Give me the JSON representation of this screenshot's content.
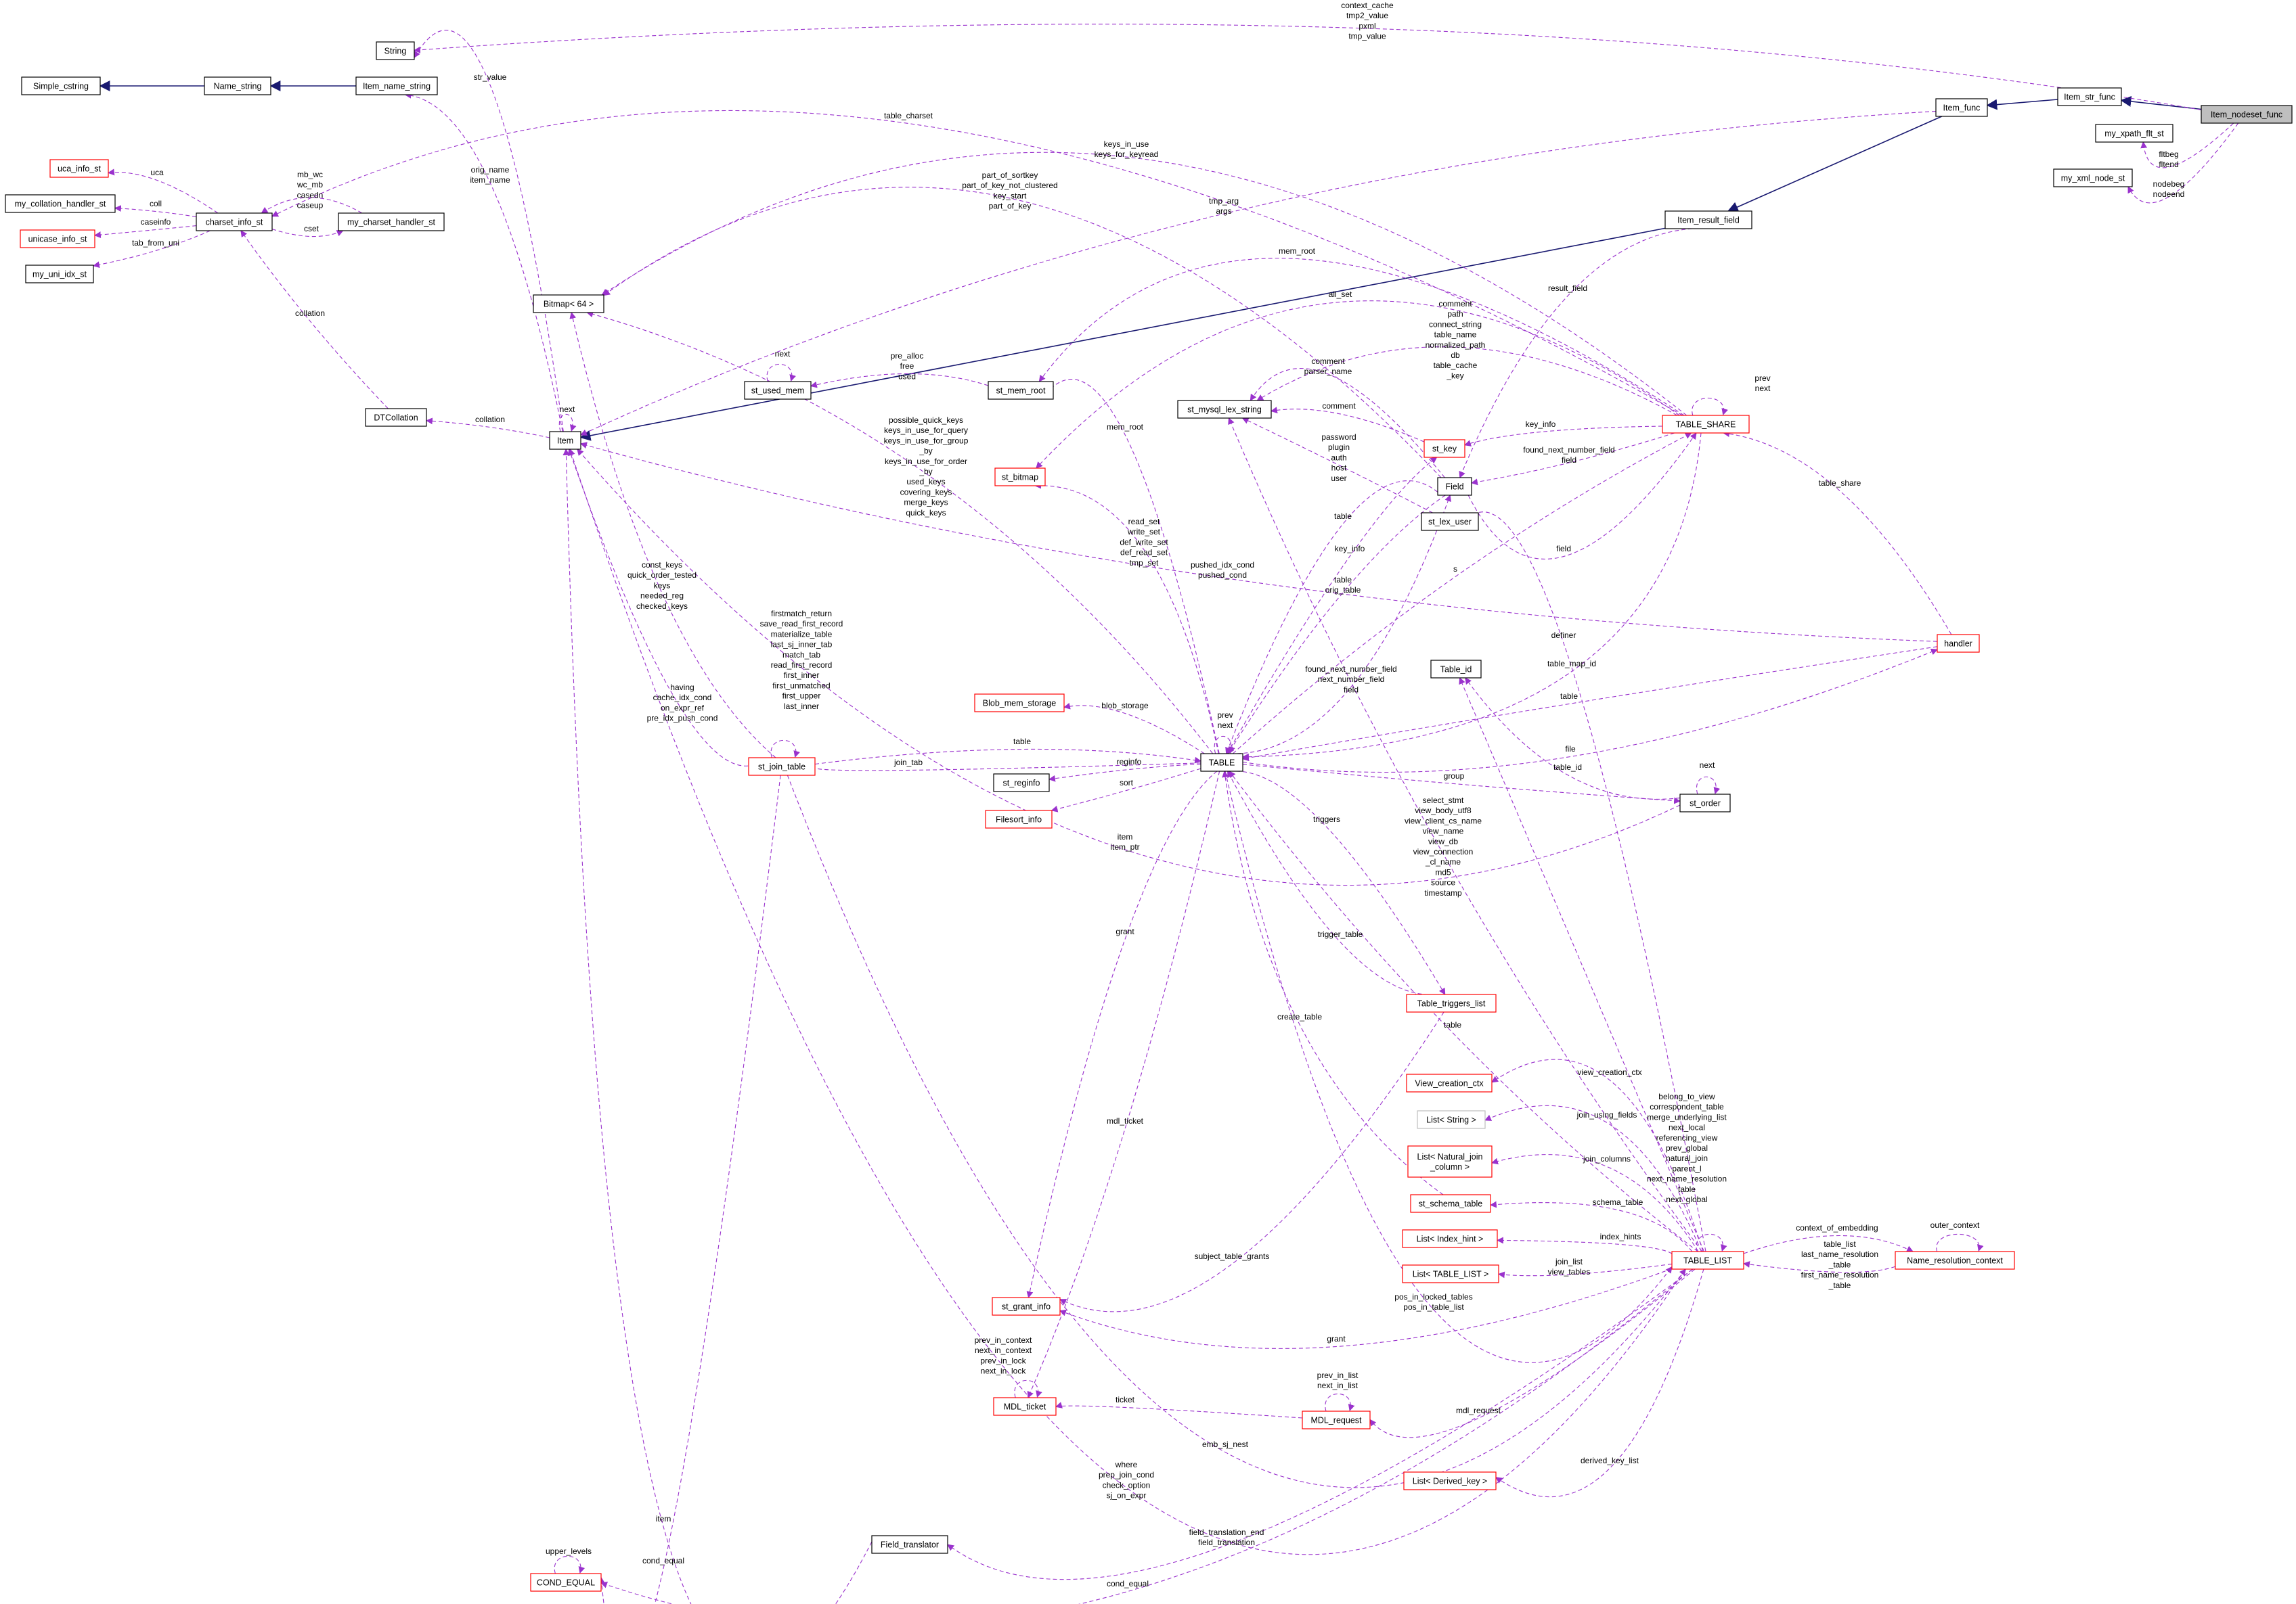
{
  "colors": {
    "inherit_edge": "#191970",
    "use_edge": "#9a32cd",
    "node_border_black": "#000000",
    "node_border_red": "#ff0000",
    "node_border_gray": "#bfbfbf",
    "highlight_fill": "#bfbfbf",
    "background": "#ffffff"
  },
  "nodes": [
    {
      "id": "String",
      "label": "String",
      "style": "black"
    },
    {
      "id": "Simple_cstring",
      "label": "Simple_cstring",
      "style": "black"
    },
    {
      "id": "Name_string",
      "label": "Name_string",
      "style": "black"
    },
    {
      "id": "Item_name_string",
      "label": "Item_name_string",
      "style": "black"
    },
    {
      "id": "uca_info_st",
      "label": "uca_info_st",
      "style": "red"
    },
    {
      "id": "my_collation_handler_st",
      "label": "my_collation_handler_st",
      "style": "black"
    },
    {
      "id": "charset_info_st",
      "label": "charset_info_st",
      "style": "black"
    },
    {
      "id": "my_charset_handler_st",
      "label": "my_charset_handler_st",
      "style": "black"
    },
    {
      "id": "unicase_info_st",
      "label": "unicase_info_st",
      "style": "red"
    },
    {
      "id": "my_uni_idx_st",
      "label": "my_uni_idx_st",
      "style": "black"
    },
    {
      "id": "Bitmap64",
      "label": "Bitmap< 64 >",
      "style": "black"
    },
    {
      "id": "DTCollation",
      "label": "DTCollation",
      "style": "black"
    },
    {
      "id": "Item",
      "label": "Item",
      "style": "black"
    },
    {
      "id": "st_used_mem",
      "label": "st_used_mem",
      "style": "black"
    },
    {
      "id": "st_mem_root",
      "label": "st_mem_root",
      "style": "black"
    },
    {
      "id": "st_bitmap",
      "label": "st_bitmap",
      "style": "red"
    },
    {
      "id": "st_mysql_lex_string",
      "label": "st_mysql_lex_string",
      "style": "black"
    },
    {
      "id": "st_key",
      "label": "st_key",
      "style": "red"
    },
    {
      "id": "Field",
      "label": "Field",
      "style": "black"
    },
    {
      "id": "st_lex_user",
      "label": "st_lex_user",
      "style": "black"
    },
    {
      "id": "Table_id",
      "label": "Table_id",
      "style": "black"
    },
    {
      "id": "Blob_mem_storage",
      "label": "Blob_mem_storage",
      "style": "red"
    },
    {
      "id": "st_join_table",
      "label": "st_join_table",
      "style": "red"
    },
    {
      "id": "TABLE",
      "label": "TABLE",
      "style": "black"
    },
    {
      "id": "st_reginfo",
      "label": "st_reginfo",
      "style": "black"
    },
    {
      "id": "Filesort_info",
      "label": "Filesort_info",
      "style": "red"
    },
    {
      "id": "st_order",
      "label": "st_order",
      "style": "black"
    },
    {
      "id": "handler",
      "label": "handler",
      "style": "red"
    },
    {
      "id": "TABLE_SHARE",
      "label": "TABLE_SHARE",
      "style": "red"
    },
    {
      "id": "Item_func",
      "label": "Item_func",
      "style": "black"
    },
    {
      "id": "Item_str_func",
      "label": "Item_str_func",
      "style": "black"
    },
    {
      "id": "Item_nodeset_func",
      "label": "Item_nodeset_func",
      "style": "highlight"
    },
    {
      "id": "my_xpath_flt_st",
      "label": "my_xpath_flt_st",
      "style": "black"
    },
    {
      "id": "my_xml_node_st",
      "label": "my_xml_node_st",
      "style": "black"
    },
    {
      "id": "Item_result_field",
      "label": "Item_result_field",
      "style": "black"
    },
    {
      "id": "Table_triggers_list",
      "label": "Table_triggers_list",
      "style": "red"
    },
    {
      "id": "View_creation_ctx",
      "label": "View_creation_ctx",
      "style": "red"
    },
    {
      "id": "List_String",
      "label": "List< String >",
      "style": "gray"
    },
    {
      "id": "List_Natural_join_column",
      "label": "List< Natural_join\n_column >",
      "style": "red"
    },
    {
      "id": "st_schema_table",
      "label": "st_schema_table",
      "style": "red"
    },
    {
      "id": "List_Index_hint",
      "label": "List< Index_hint >",
      "style": "red"
    },
    {
      "id": "List_TABLE_LIST",
      "label": "List< TABLE_LIST >",
      "style": "red"
    },
    {
      "id": "TABLE_LIST",
      "label": "TABLE_LIST",
      "style": "red"
    },
    {
      "id": "Name_resolution_context",
      "label": "Name_resolution_context",
      "style": "red"
    },
    {
      "id": "st_grant_info",
      "label": "st_grant_info",
      "style": "red"
    },
    {
      "id": "MDL_ticket",
      "label": "MDL_ticket",
      "style": "red"
    },
    {
      "id": "MDL_request",
      "label": "MDL_request",
      "style": "red"
    },
    {
      "id": "List_Derived_key",
      "label": "List< Derived_key >",
      "style": "red"
    },
    {
      "id": "Field_translator",
      "label": "Field_translator",
      "style": "black"
    },
    {
      "id": "COND_EQUAL",
      "label": "COND_EQUAL",
      "style": "red"
    }
  ],
  "edge_labels": [
    {
      "id": "el_item_nodeset_string",
      "lines": [
        "context_cache",
        "tmp2_value",
        "pxml",
        "tmp_value"
      ]
    },
    {
      "id": "el_str_value",
      "lines": [
        "str_value"
      ]
    },
    {
      "id": "el_table_charset",
      "lines": [
        "table_charset"
      ]
    },
    {
      "id": "el_keys_in_use",
      "lines": [
        "keys_in_use",
        "keys_for_keyread"
      ]
    },
    {
      "id": "el_fltbeg",
      "lines": [
        "fltbeg",
        "fltend"
      ]
    },
    {
      "id": "el_nodebeg",
      "lines": [
        "nodebeg",
        "nodeend"
      ]
    },
    {
      "id": "el_uca",
      "lines": [
        "uca"
      ]
    },
    {
      "id": "el_coll",
      "lines": [
        "coll"
      ]
    },
    {
      "id": "el_caseinfo",
      "lines": [
        "caseinfo"
      ]
    },
    {
      "id": "el_tab_from_uni",
      "lines": [
        "tab_from_uni"
      ]
    },
    {
      "id": "el_cset",
      "lines": [
        "mb_wc",
        "wc_mb",
        "casedn",
        "caseup"
      ]
    },
    {
      "id": "el_cset2",
      "lines": [
        "cset"
      ]
    },
    {
      "id": "el_orig_name",
      "lines": [
        "orig_name",
        "item_name"
      ]
    },
    {
      "id": "el_part_of_sortkey",
      "lines": [
        "part_of_sortkey",
        "part_of_key_not_clustered",
        "key_start",
        "part_of_key"
      ]
    },
    {
      "id": "el_tmp_arg",
      "lines": [
        "tmp_arg",
        "args"
      ]
    },
    {
      "id": "el_result_field",
      "lines": [
        "result_field"
      ]
    },
    {
      "id": "el_mem_root_share",
      "lines": [
        "mem_root"
      ]
    },
    {
      "id": "el_collation_dt",
      "lines": [
        "collation"
      ]
    },
    {
      "id": "el_collation_item",
      "lines": [
        "collation"
      ]
    },
    {
      "id": "el_all_set",
      "lines": [
        "all_set"
      ]
    },
    {
      "id": "el_share_strings",
      "lines": [
        "comment",
        "path",
        "connect_string",
        "table_name",
        "normalized_path",
        "db",
        "table_cache",
        "_key"
      ]
    },
    {
      "id": "el_next_used_mem",
      "lines": [
        "next"
      ]
    },
    {
      "id": "el_pre_alloc",
      "lines": [
        "pre_alloc",
        "free",
        "used"
      ]
    },
    {
      "id": "el_comment_parser",
      "lines": [
        "comment",
        "parser_name"
      ]
    },
    {
      "id": "el_prev_next_share",
      "lines": [
        "prev",
        "next"
      ]
    },
    {
      "id": "el_next_item",
      "lines": [
        "next"
      ]
    },
    {
      "id": "el_comment_key",
      "lines": [
        "comment"
      ]
    },
    {
      "id": "el_key_info_share",
      "lines": [
        "key_info"
      ]
    },
    {
      "id": "el_mem_root_table",
      "lines": [
        "mem_root"
      ]
    },
    {
      "id": "el_found_next",
      "lines": [
        "found_next_number_field",
        "field"
      ]
    },
    {
      "id": "el_possible_keys",
      "lines": [
        "possible_quick_keys",
        "keys_in_use_for_query",
        "keys_in_use_for_group",
        "_by",
        "keys_in_use_for_order",
        "_by",
        "used_keys",
        "covering_keys",
        "merge_keys",
        "quick_keys"
      ]
    },
    {
      "id": "el_lex_user",
      "lines": [
        "password",
        "plugin",
        "auth",
        "host",
        "user"
      ]
    },
    {
      "id": "el_table_share_handler",
      "lines": [
        "table_share"
      ]
    },
    {
      "id": "el_table_field",
      "lines": [
        "table"
      ]
    },
    {
      "id": "el_key_info_table",
      "lines": [
        "key_info"
      ]
    },
    {
      "id": "el_field_share",
      "lines": [
        "field"
      ]
    },
    {
      "id": "el_s",
      "lines": [
        "s"
      ]
    },
    {
      "id": "el_pushed_idx",
      "lines": [
        "pushed_idx_cond",
        "pushed_cond"
      ]
    },
    {
      "id": "el_table_orig",
      "lines": [
        "table",
        "orig_table"
      ]
    },
    {
      "id": "el_read_set",
      "lines": [
        "read_set",
        "write_set",
        "def_write_set",
        "def_read_set",
        "tmp_set"
      ]
    },
    {
      "id": "el_const_keys",
      "lines": [
        "const_keys",
        "quick_order_tested",
        "keys",
        "needed_reg",
        "checked_keys"
      ]
    },
    {
      "id": "el_definer",
      "lines": [
        "definer"
      ]
    },
    {
      "id": "el_table_map_id",
      "lines": [
        "table_map_id"
      ]
    },
    {
      "id": "el_firstmatch",
      "lines": [
        "firstmatch_return",
        "save_read_first_record",
        "materialize_table",
        "last_sj_inner_tab",
        "match_tab",
        "read_first_record",
        "first_inner",
        "first_unmatched",
        "first_upper",
        "last_inner"
      ]
    },
    {
      "id": "el_having",
      "lines": [
        "having",
        "cache_idx_cond",
        "on_expr_ref",
        "pre_idx_push_cond"
      ]
    },
    {
      "id": "el_found_next_table",
      "lines": [
        "found_next_number_field",
        "next_number_field",
        "field"
      ]
    },
    {
      "id": "el_table_handler",
      "lines": [
        "table"
      ]
    },
    {
      "id": "el_blob_storage",
      "lines": [
        "blob_storage"
      ]
    },
    {
      "id": "el_prev_next_table",
      "lines": [
        "prev",
        "next"
      ]
    },
    {
      "id": "el_file",
      "lines": [
        "file"
      ]
    },
    {
      "id": "el_table_id",
      "lines": [
        "table_id"
      ]
    },
    {
      "id": "el_next_order",
      "lines": [
        "next"
      ]
    },
    {
      "id": "el_table_join",
      "lines": [
        "table"
      ]
    },
    {
      "id": "el_join_tab",
      "lines": [
        "join_tab"
      ]
    },
    {
      "id": "el_reginfo",
      "lines": [
        "reginfo"
      ]
    },
    {
      "id": "el_sort",
      "lines": [
        "sort"
      ]
    },
    {
      "id": "el_group",
      "lines": [
        "group"
      ]
    },
    {
      "id": "el_view_strings",
      "lines": [
        "select_stmt",
        "view_body_utf8",
        "view_client_cs_name",
        "view_name",
        "view_db",
        "view_connection",
        "_cl_name",
        "md5",
        "source",
        "timestamp"
      ]
    },
    {
      "id": "el_item_ptr",
      "lines": [
        "item",
        "item_ptr"
      ]
    },
    {
      "id": "el_triggers",
      "lines": [
        "triggers"
      ]
    },
    {
      "id": "el_grant",
      "lines": [
        "grant"
      ]
    },
    {
      "id": "el_trigger_table",
      "lines": [
        "trigger_table"
      ]
    },
    {
      "id": "el_table_list",
      "lines": [
        "table"
      ]
    },
    {
      "id": "el_create_table",
      "lines": [
        "create_table"
      ]
    },
    {
      "id": "el_view_creation_ctx",
      "lines": [
        "view_creation_ctx"
      ]
    },
    {
      "id": "el_tl_self",
      "lines": [
        "belong_to_view",
        "correspondent_table",
        "merge_underlying_list",
        "next_local",
        "referencing_view",
        "prev_global",
        "natural_join",
        "parent_l",
        "next_name_resolution",
        "table",
        "next_global"
      ]
    },
    {
      "id": "el_join_using_fields",
      "lines": [
        "join_using_fields"
      ]
    },
    {
      "id": "el_mdl_ticket",
      "lines": [
        "mdl_ticket"
      ]
    },
    {
      "id": "el_join_columns",
      "lines": [
        "join_columns"
      ]
    },
    {
      "id": "el_schema_table",
      "lines": [
        "schema_table"
      ]
    },
    {
      "id": "el_outer_context",
      "lines": [
        "outer_context"
      ]
    },
    {
      "id": "el_context_of_embedding",
      "lines": [
        "context_of_embedding"
      ]
    },
    {
      "id": "el_index_hints",
      "lines": [
        "index_hints"
      ]
    },
    {
      "id": "el_table_list_nrc",
      "lines": [
        "table_list",
        "last_name_resolution",
        "_table",
        "first_name_resolution",
        "_table"
      ]
    },
    {
      "id": "el_subject_table_grants",
      "lines": [
        "subject_table_grants"
      ]
    },
    {
      "id": "el_join_list",
      "lines": [
        "join_list",
        "view_tables"
      ]
    },
    {
      "id": "el_pos_in_locked",
      "lines": [
        "pos_in_locked_tables",
        "pos_in_table_list"
      ]
    },
    {
      "id": "el_prev_in_context",
      "lines": [
        "prev_in_context",
        "next_in_context",
        "prev_in_lock",
        "next_in_lock"
      ]
    },
    {
      "id": "el_grant_tl",
      "lines": [
        "grant"
      ]
    },
    {
      "id": "el_prev_in_list",
      "lines": [
        "prev_in_list",
        "next_in_list"
      ]
    },
    {
      "id": "el_ticket",
      "lines": [
        "ticket"
      ]
    },
    {
      "id": "el_mdl_request",
      "lines": [
        "mdl_request"
      ]
    },
    {
      "id": "el_emb_sj_nest",
      "lines": [
        "emb_sj_nest"
      ]
    },
    {
      "id": "el_derived_key_list",
      "lines": [
        "derived_key_list"
      ]
    },
    {
      "id": "el_where",
      "lines": [
        "where",
        "prep_join_cond",
        "check_option",
        "sj_on_expr"
      ]
    },
    {
      "id": "el_item_ft",
      "lines": [
        "item"
      ]
    },
    {
      "id": "el_upper_levels",
      "lines": [
        "upper_levels"
      ]
    },
    {
      "id": "el_cond_equal_join",
      "lines": [
        "cond_equal"
      ]
    },
    {
      "id": "el_field_translation",
      "lines": [
        "field_translation_end",
        "field_translation"
      ]
    },
    {
      "id": "el_cond_equal_tl",
      "lines": [
        "cond_equal"
      ]
    }
  ]
}
